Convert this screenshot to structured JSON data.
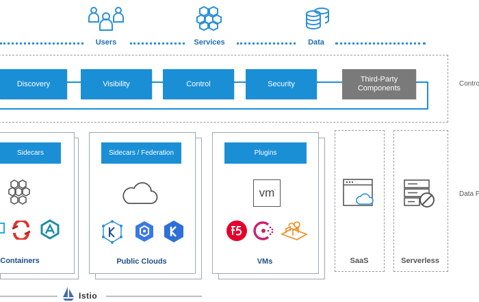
{
  "top": {
    "users": "Users",
    "services": "Services",
    "data": "Data"
  },
  "control_plane": {
    "label": "Contro",
    "buttons": [
      "Discovery",
      "Visibility",
      "Control",
      "Security"
    ],
    "third_party": "Third-Party Components"
  },
  "data_plane": {
    "label": "Data P",
    "cards": [
      {
        "pill": "Sidecars",
        "title": "Containers"
      },
      {
        "pill": "Sidecars / Federation",
        "title": "Public Clouds"
      },
      {
        "pill": "Plugins",
        "title": "VMs",
        "vm_text": "vm"
      }
    ],
    "saas": "SaaS",
    "serverless": "Serverless"
  },
  "footer": {
    "brand": "Istio"
  },
  "colors": {
    "accent": "#1a8fd6",
    "gray_button": "#7a7a7a",
    "title_blue": "#1f4f85"
  }
}
